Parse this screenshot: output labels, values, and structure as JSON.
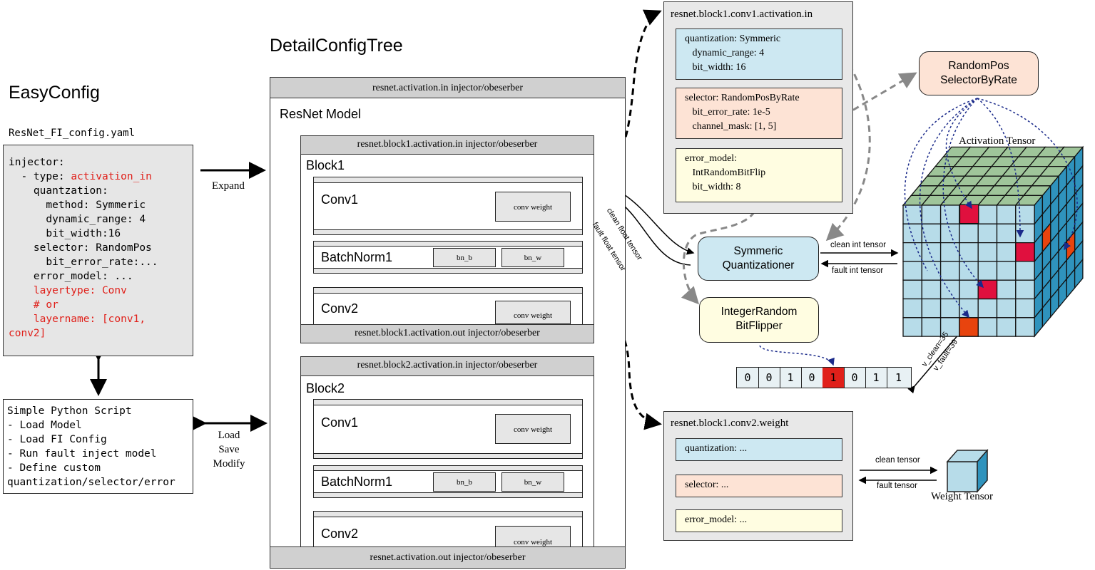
{
  "easy": {
    "title": "EasyConfig",
    "filename": "ResNet_FI_config.yaml",
    "lines": [
      "injector:",
      "  - type: ",
      "    quantzation:",
      "      method: Symmeric",
      "      dynamic_range: 4",
      "      bit_width:16",
      "    selector: RandomPos",
      "      bit_error_rate:...",
      "    error_model: ...",
      "    layertype: Conv",
      "    # or",
      "    layername: [conv1,",
      "conv2]"
    ],
    "type_value": "activation_in",
    "expand_label": "Expand"
  },
  "script": {
    "lines": [
      "Simple Python Script",
      "- Load Model",
      "- Load FI Config",
      "- Run fault inject model",
      "- Define custom",
      "quantization/selector/error"
    ],
    "arrow_label": [
      "Load",
      "Save",
      "Modify"
    ]
  },
  "tree": {
    "title": "DetailConfigTree",
    "top_header": "resnet.activation.in injector/obeserber",
    "model_label": "ResNet Model",
    "bottom_header": "resnet.activation.out injector/obeserber",
    "block1": {
      "header": "resnet.block1.activation.in injector/obeserber",
      "label": "Block1",
      "conv1": "Conv1",
      "conv_weight": "conv weight",
      "bn": "BatchNorm1",
      "bn_b": "bn_b",
      "bn_w": "bn_w",
      "conv2": "Conv2",
      "footer": "resnet.block1.activation.out injector/obeserber"
    },
    "block2": {
      "header": "resnet.block2.activation.in injector/obeserber",
      "label": "Block2",
      "conv1": "Conv1",
      "conv_weight": "conv weight",
      "bn": "BatchNorm1",
      "bn_b": "bn_b",
      "bn_w": "bn_w",
      "conv2": "Conv2"
    }
  },
  "panel1": {
    "title": "resnet.block1.conv1.activation.in",
    "quant": "quantization: Symmeric\n   dynamic_range: 4\n   bit_width: 16",
    "selector": "selector: RandomPosByRate\n   bit_error_rate: 1e-5\n   channel_mask: [1, 5]",
    "error": "error_model:\n   IntRandomBitFlip\n   bit_width: 8"
  },
  "panel2": {
    "title": "resnet.block1.conv2.weight",
    "quant": "quantization: ...",
    "selector": "selector: ...",
    "error": "error_model: ..."
  },
  "components": {
    "selector": [
      "RandomPos",
      "SelectorByRate"
    ],
    "quantizer": [
      "Symmeric",
      "Quantizationer"
    ],
    "flipper": [
      "IntegerRandom",
      "BitFlipper"
    ]
  },
  "labels": {
    "clean_float": "clean float tensor",
    "fault_float": "fault float tensor",
    "clean_int": "clean int tensor",
    "fault_int": "fault int tensor",
    "activation_tensor": "Activation Tensor",
    "v_clean": "v_clean=35",
    "v_fault": "v_fault=39",
    "clean_tensor": "clean tensor",
    "fault_tensor": "fault tensor",
    "weight_tensor": "Weight Tensor"
  },
  "bits": [
    "0",
    "0",
    "1",
    "0",
    "1",
    "0",
    "1",
    "1"
  ],
  "flipped_bit_index": 4,
  "colors": {
    "red": "#e0201a",
    "blue": "#cde8f2",
    "peach": "#fde3d5",
    "cream": "#fffde1",
    "cube_front": "#b7dce9",
    "cube_side": "#2f93bd",
    "cube_top": "#9fc59a"
  }
}
